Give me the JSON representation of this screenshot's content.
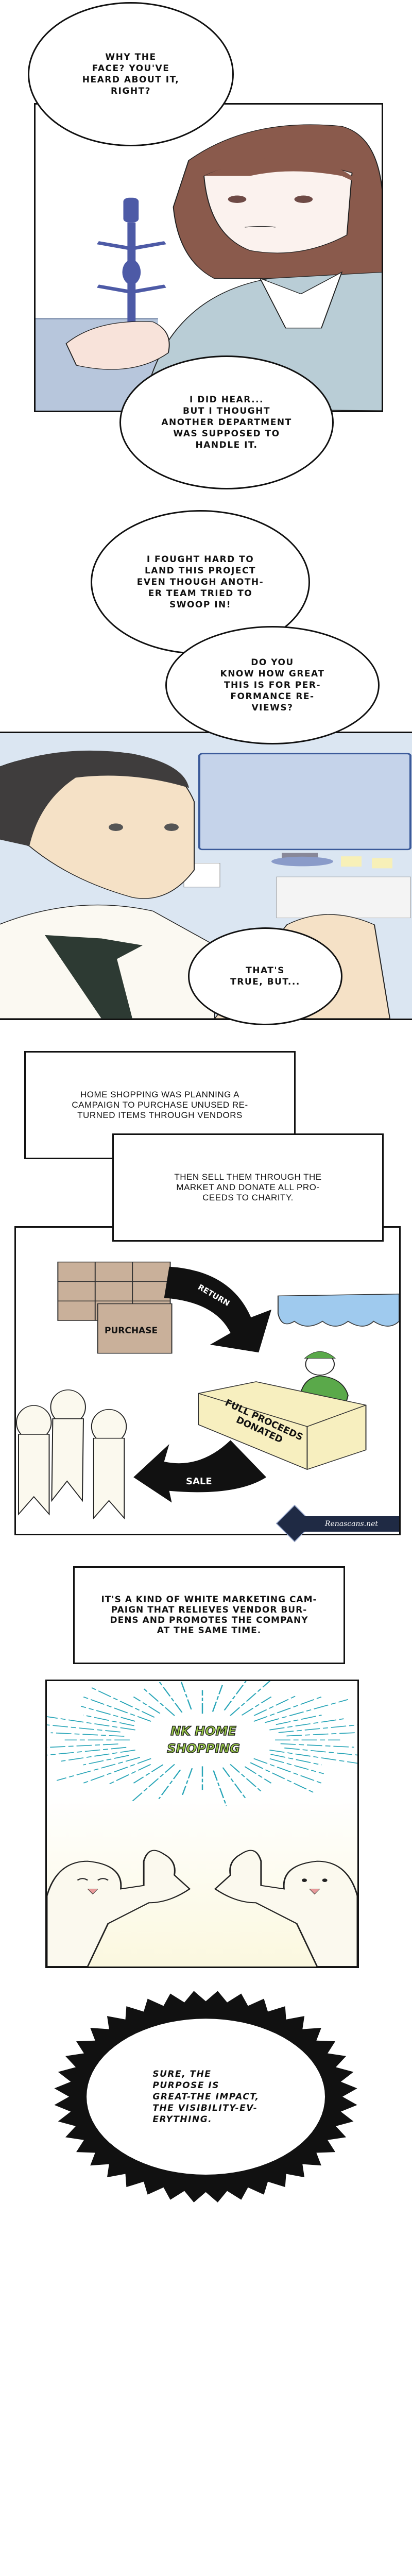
{
  "bubbles": {
    "b1": "WHY THE\nFACE? YOU'VE\nHEARD ABOUT IT,\nRIGHT?",
    "b2": "I DID HEAR...\nBUT I THOUGHT\nANOTHER DEPARTMENT\nWAS SUPPOSED TO\nHANDLE IT.",
    "b3": "I FOUGHT HARD TO\nLAND THIS PROJECT\nEVEN THOUGH ANOTH-\nER TEAM TRIED TO\nSWOOP IN!",
    "b4": "DO YOU\nKNOW HOW GREAT\nTHIS IS FOR PER-\nFORMANCE RE-\nVIEWS?",
    "b5": "THAT'S\nTRUE, BUT...",
    "b6": "SURE, THE\nPURPOSE IS\nGREAT-THE IMPACT,\nTHE VISIBILITY-EV-\nERYTHING."
  },
  "narration": {
    "n1": "HOME SHOPPING WAS PLANNING A\nCAMPAIGN TO PURCHASE UNUSED RE-\nTURNED ITEMS THROUGH VENDORS",
    "n2": "THEN SELL THEM THROUGH THE\nMARKET AND DONATE ALL PRO-\nCEEDS TO CHARITY.",
    "n3": "IT'S A KIND OF WHITE MARKETING CAM-\nPAIGN THAT RELIEVES VENDOR BUR-\nDENS AND PROMOTES THE COMPANY\nAT THE SAME TIME."
  },
  "diagram": {
    "purchase": "PURCHASE",
    "return": "RETURN",
    "donated": "FULL PROCEEDS\nDONATED",
    "sale": "SALE"
  },
  "logo_text": "NK HOME\nSHOPPING",
  "watermark": "Renascans.net",
  "colors": {
    "hair": "#8a5a4c",
    "sweater": "#b9cdd6",
    "office_blue": "#c9d8ea",
    "box_brown": "#c9b09a",
    "vendor_green": "#5aa94a",
    "awning_blue": "#9fcaee",
    "donation_box": "#f7efbf",
    "burst_teal": "#2aa6b8",
    "logo_green": "#9ccc4a"
  }
}
